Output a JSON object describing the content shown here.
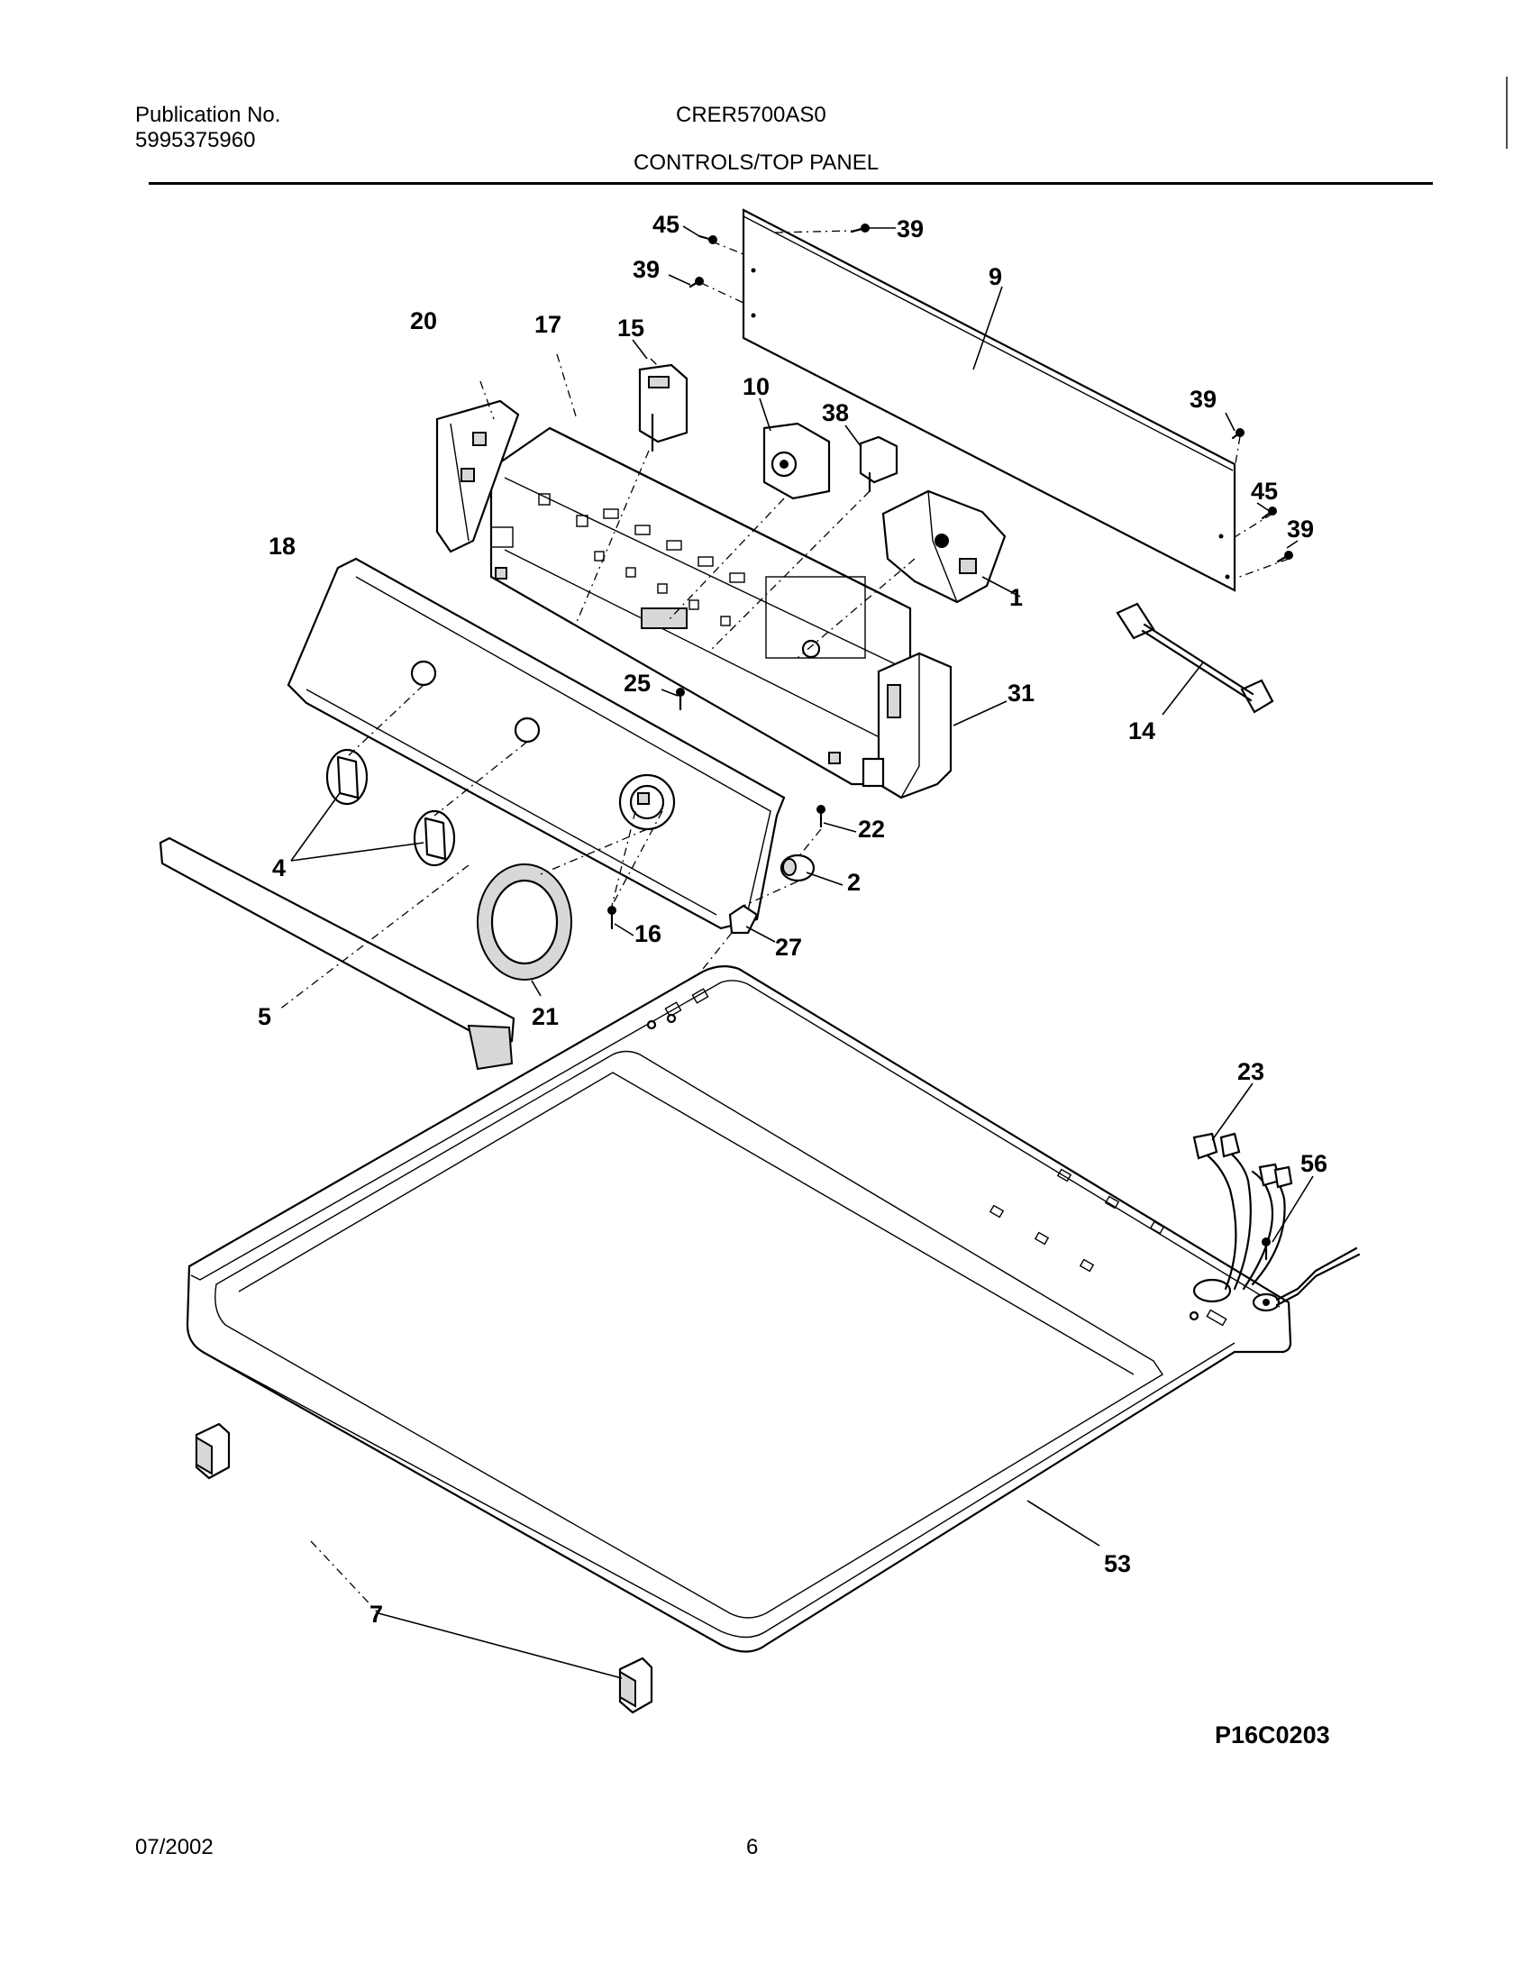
{
  "header": {
    "publication_label": "Publication No.",
    "publication_number": "5995375960",
    "model": "CRER5700AS0",
    "section_title": "CONTROLS/TOP PANEL"
  },
  "diagram": {
    "callouts": {
      "c45a": "45",
      "c39a": "39",
      "c39b": "39",
      "c9": "9",
      "c20": "20",
      "c17": "17",
      "c15": "15",
      "c10": "10",
      "c38": "38",
      "c39c": "39",
      "c45b": "45",
      "c39d": "39",
      "c18": "18",
      "c1": "1",
      "c25": "25",
      "c31": "31",
      "c14": "14",
      "c22": "22",
      "c2": "2",
      "c4": "4",
      "c16": "16",
      "c27": "27",
      "c5": "5",
      "c21": "21",
      "c23": "23",
      "c56": "56",
      "c53": "53",
      "c7": "7"
    },
    "figure_code": "P16C0203"
  },
  "footer": {
    "date": "07/2002",
    "page_number": "6"
  }
}
